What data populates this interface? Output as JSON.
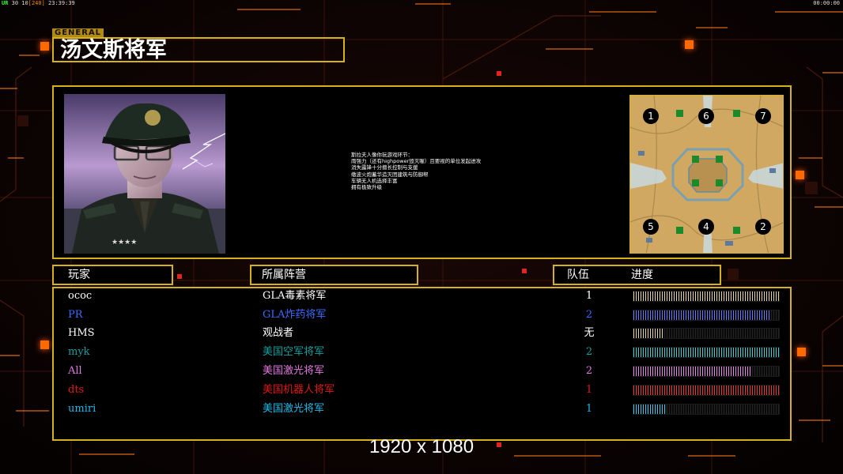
{
  "hud": {
    "fps_tag": "UR",
    "fps_values": "30 10",
    "bracket_value": "[240]",
    "clock": "23:39:39",
    "timer": "00:00:00"
  },
  "title": {
    "tag": "GENERAL",
    "name": "汤文斯将军"
  },
  "tips": [
    "斯拉夫人像你玩游戏环节：",
    "雨强力（还有highpower毁灭喔）且要视的单位发起进攻",
    "消失露锋十分擅长控制与支援",
    "缴波火炮蓄华造灭团建筑与防御帮",
    "车辆无人机选择丰富",
    "拥有极致升级"
  ],
  "minimap": {
    "slots": [
      "1",
      "6",
      "7",
      "5",
      "4",
      "2"
    ]
  },
  "headers": {
    "player": "玩家",
    "faction": "所属阵营",
    "team": "队伍",
    "progress": "进度"
  },
  "players": [
    {
      "name": "ococ",
      "faction": "GLA毒素将军",
      "team": "1",
      "progress": 1.0,
      "color": "#ffffff",
      "bar_color": "#e8d6a6"
    },
    {
      "name": "PR",
      "faction": "GLA炸药将军",
      "team": "2",
      "progress": 0.94,
      "color": "#3d6bff",
      "bar_color": "#6d7cff"
    },
    {
      "name": "HMS",
      "faction": "观战者",
      "team": "无",
      "progress": 0.21,
      "color": "#ffffff",
      "bar_color": "#e8d6a6"
    },
    {
      "name": "myk",
      "faction": "美国空军将军",
      "team": "2",
      "progress": 1.0,
      "color": "#1a9e9e",
      "bar_color": "#3ad2d2"
    },
    {
      "name": "All",
      "faction": "美国激光将军",
      "team": "2",
      "progress": 0.81,
      "color": "#e07ae0",
      "bar_color": "#e88ae8"
    },
    {
      "name": "dts",
      "faction": "美国机器人将军",
      "team": "1",
      "progress": 1.0,
      "color": "#e01a1a",
      "bar_color": "#e83a3a"
    },
    {
      "name": "umiri",
      "faction": "美国激光将军",
      "team": "1",
      "progress": 0.22,
      "color": "#22b8e8",
      "bar_color": "#3ac8f0"
    }
  ],
  "footer": "1920 x 1080",
  "colors": {
    "accent": "#d6b21a",
    "glow": "#ff6a00"
  }
}
